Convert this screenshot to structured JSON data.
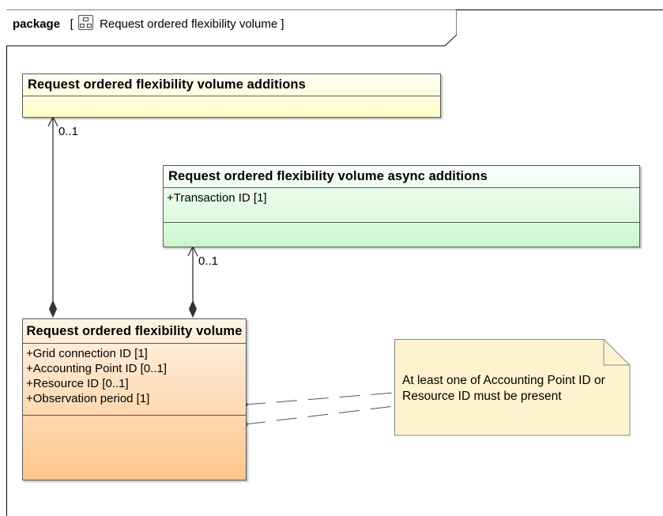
{
  "package": {
    "keyword": "package",
    "open_bracket": "[",
    "name": "Request ordered flexibility volume",
    "close_bracket": "]",
    "icon": "diagram-icon"
  },
  "classes": {
    "additions": {
      "name": "Request ordered flexibility volume additions"
    },
    "async_additions": {
      "name": "Request ordered flexibility volume async additions",
      "attributes": [
        "+Transaction ID [1]"
      ]
    },
    "main": {
      "name": "Request ordered flexibility volume",
      "attributes": [
        "+Grid connection ID [1]",
        "+Accounting Point ID [0..1]",
        "+Resource ID [0..1]",
        "+Observation period [1]"
      ]
    }
  },
  "multiplicities": {
    "to_additions": "0..1",
    "to_async_additions": "0..1"
  },
  "note": {
    "text": "At least one of Accounting Point ID or Resource ID must be present"
  },
  "colors": {
    "additions_fill": "#fffbc8",
    "async_fill": "#ccf6cc",
    "main_fill": "#ffc68c",
    "note_fill": "#fff3cf"
  }
}
